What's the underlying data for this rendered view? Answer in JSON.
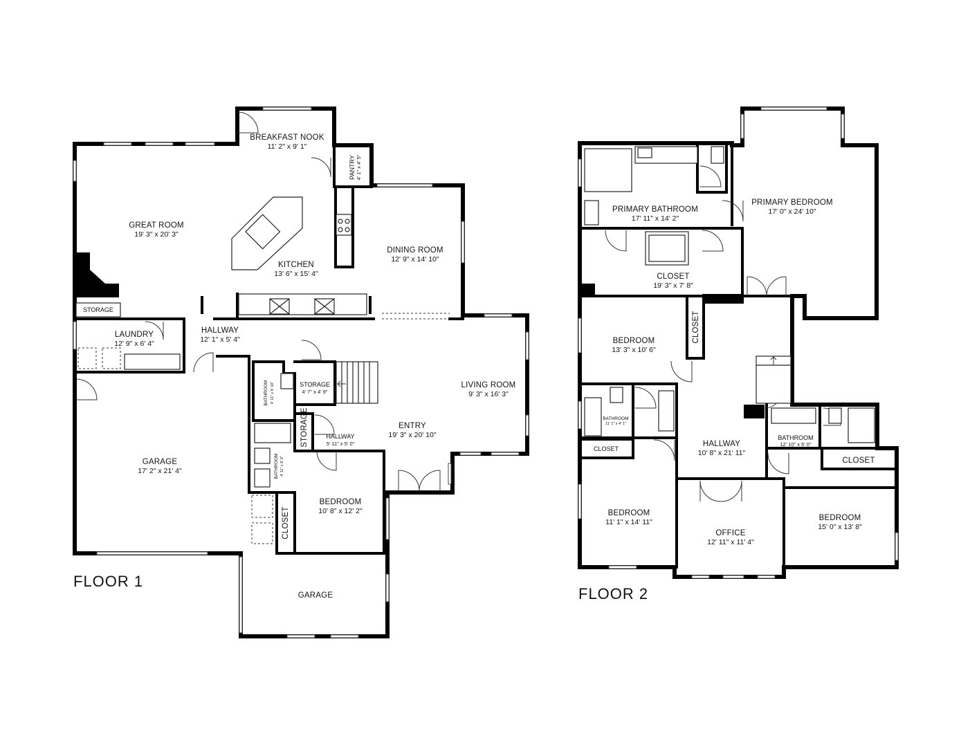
{
  "floors": [
    {
      "label": "FLOOR 1",
      "rooms": [
        {
          "name": "BREAKFAST NOOK",
          "dims": "11' 2\" x 9' 1\""
        },
        {
          "name": "PANTRY",
          "dims": "4' 1\" x 4' 5\""
        },
        {
          "name": "GREAT ROOM",
          "dims": "19' 3\" x 20' 3\""
        },
        {
          "name": "KITCHEN",
          "dims": "13' 6\" x 15' 4\""
        },
        {
          "name": "DINING ROOM",
          "dims": "12' 9\" x 14' 10\""
        },
        {
          "name": "STORAGE",
          "dims": ""
        },
        {
          "name": "LAUNDRY",
          "dims": "12' 9\" x 6' 4\""
        },
        {
          "name": "HALLWAY",
          "dims": "12' 1\" x 5' 4\""
        },
        {
          "name": "LIVING ROOM",
          "dims": "9' 3\" x 16' 3\""
        },
        {
          "name": "BATHROOM",
          "dims": "4' 11\" x 6' 10\""
        },
        {
          "name": "STORAGE",
          "dims": "4' 7\" x 4' 9\""
        },
        {
          "name": "STORAGE",
          "dims": ""
        },
        {
          "name": "HALLWAY",
          "dims": "5' 11\" x 5' 0\""
        },
        {
          "name": "ENTRY",
          "dims": "19' 3\" x 20' 10\""
        },
        {
          "name": "GARAGE",
          "dims": "17' 2\" x 21' 4\""
        },
        {
          "name": "BATHROOM",
          "dims": "4' 11\" x 6' 6\""
        },
        {
          "name": "BEDROOM",
          "dims": "10' 8\" x 12' 2\""
        },
        {
          "name": "CLOSET",
          "dims": ""
        },
        {
          "name": "GARAGE",
          "dims": ""
        }
      ]
    },
    {
      "label": "FLOOR 2",
      "rooms": [
        {
          "name": "PRIMARY BATHROOM",
          "dims": "17' 11\" x 14' 2\""
        },
        {
          "name": "PRIMARY BEDROOM",
          "dims": "17' 0\" x 24' 10\""
        },
        {
          "name": "CLOSET",
          "dims": "19' 3\" x 7' 8\""
        },
        {
          "name": "BEDROOM",
          "dims": "13' 3\" x 10' 6\""
        },
        {
          "name": "CLOSET",
          "dims": ""
        },
        {
          "name": "BATHROOM",
          "dims": "11' 1\" x 4' 1\""
        },
        {
          "name": "CLOSET",
          "dims": ""
        },
        {
          "name": "HALLWAY",
          "dims": "10' 8\" x 21' 11\""
        },
        {
          "name": "BATHROOM",
          "dims": "12' 10\" x 5' 0\""
        },
        {
          "name": "CLOSET",
          "dims": ""
        },
        {
          "name": "BEDROOM",
          "dims": "11' 1\" x 14' 11\""
        },
        {
          "name": "OFFICE",
          "dims": "12' 11\" x 11' 4\""
        },
        {
          "name": "BEDROOM",
          "dims": "15' 0\" x 13' 8\""
        }
      ]
    }
  ]
}
